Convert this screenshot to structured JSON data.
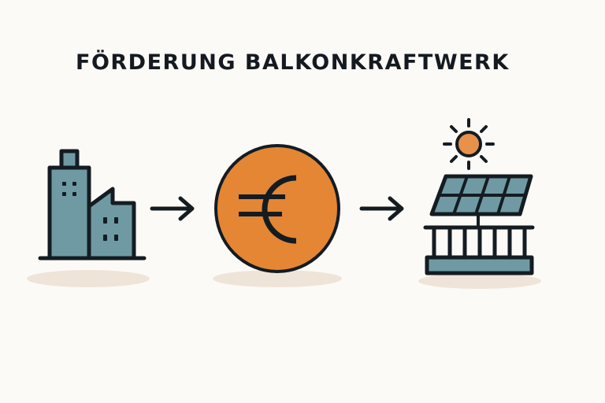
{
  "title": "FÖRDERUNG BALKONKRAFTWERK",
  "colors": {
    "background": "#fcfaf7",
    "outline": "#141c22",
    "building_fill": "#6f9aa3",
    "coin_fill": "#e48634",
    "sun_fill": "#e8914a",
    "panel_fill": "#6f9aa3",
    "shadow": "#efe4d8"
  },
  "flow": [
    {
      "step": 1,
      "icon": "building-icon",
      "meaning": "Förderstelle / Gemeinde"
    },
    {
      "step": 2,
      "icon": "euro-coin-icon",
      "symbol": "€"
    },
    {
      "step": 3,
      "icon": "balcony-solar-panel-icon"
    }
  ],
  "arrows": [
    "arrow-right-icon",
    "arrow-right-icon"
  ]
}
